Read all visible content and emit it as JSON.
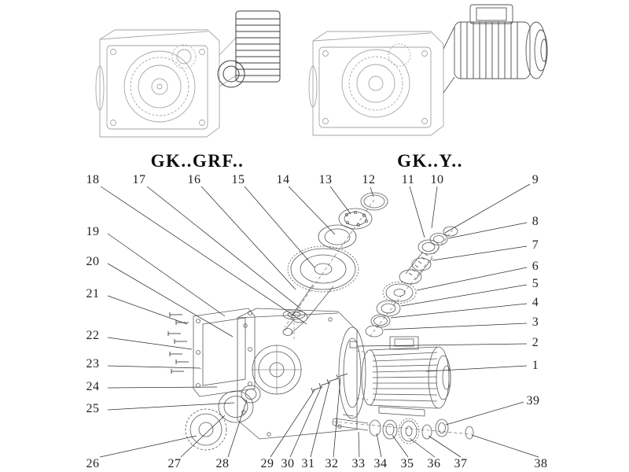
{
  "models": [
    {
      "label": "GK..GRF.."
    },
    {
      "label": "GK..Y.."
    }
  ],
  "callouts": [
    "18",
    "17",
    "16",
    "15",
    "14",
    "13",
    "12",
    "11",
    "10",
    "9",
    "8",
    "7",
    "6",
    "5",
    "4",
    "3",
    "2",
    "1",
    "39",
    "19",
    "20",
    "21",
    "22",
    "23",
    "24",
    "25",
    "26",
    "27",
    "28",
    "29",
    "30",
    "31",
    "32",
    "33",
    "34",
    "35",
    "36",
    "37",
    "38"
  ]
}
